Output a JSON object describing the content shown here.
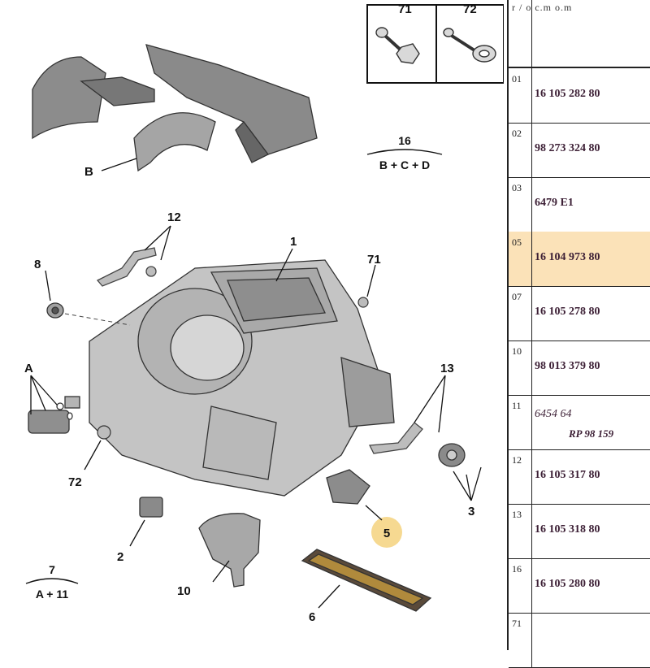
{
  "fastener_panel": {
    "labels": [
      "71",
      "72"
    ],
    "header_text": "r / o   c.m  o.m"
  },
  "callouts": {
    "c1": "1",
    "c2": "2",
    "c3": "3",
    "c5": "5",
    "c6": "6",
    "c8": "8",
    "c10": "10",
    "c12": "12",
    "c13": "13",
    "c71": "71",
    "c72": "72",
    "cA": "A",
    "cB": "B"
  },
  "groups": {
    "g16_num": "16",
    "g16_parts": "B + C + D",
    "g7_num": "7",
    "g7_parts": "A + 11"
  },
  "highlight_color": "#f5d27e",
  "table": {
    "rows": [
      {
        "code": "01",
        "number": "16 105 282 80"
      },
      {
        "code": "02",
        "number": "98 273 324 80"
      },
      {
        "code": "03",
        "number": "6479 E1"
      },
      {
        "code": "05",
        "number": "16 104 973 80",
        "highlighted": true
      },
      {
        "code": "07",
        "number": "16 105 278 80"
      },
      {
        "code": "10",
        "number": "98 013 379 80"
      },
      {
        "code": "11",
        "number": "6454 64",
        "number2": "RP 98 159"
      },
      {
        "code": "12",
        "number": "16 105 317 80"
      },
      {
        "code": "13",
        "number": "16 105 318 80"
      },
      {
        "code": "16",
        "number": "16 105 280 80"
      },
      {
        "code": "71",
        "number": ""
      }
    ]
  }
}
